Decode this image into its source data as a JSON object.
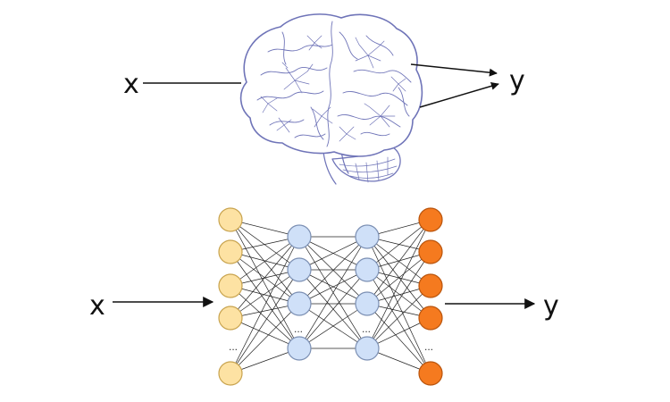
{
  "brain_diagram": {
    "input_label": "x",
    "output_label": "y",
    "outline_color": "#6f74b8"
  },
  "network_diagram": {
    "input_label": "x",
    "output_label": "y",
    "layers": [
      {
        "nodes": 5,
        "ellipsis": true,
        "fill": "#fde2a3",
        "stroke": "#c8a34e"
      },
      {
        "nodes": 4,
        "ellipsis": true,
        "fill": "#cfe0f8",
        "stroke": "#7b8fb3"
      },
      {
        "nodes": 4,
        "ellipsis": true,
        "fill": "#cfe0f8",
        "stroke": "#7b8fb3"
      },
      {
        "nodes": 5,
        "ellipsis": true,
        "fill": "#f57a1f",
        "stroke": "#b9540c"
      }
    ],
    "ellipsis_text": "..."
  }
}
